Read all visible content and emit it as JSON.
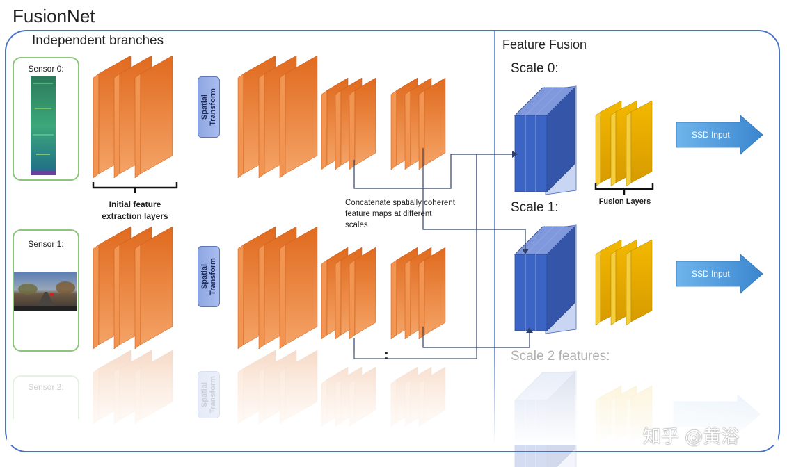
{
  "title": "FusionNet",
  "independent_branches": "Independent branches",
  "feature_fusion": "Feature Fusion",
  "sensors": [
    {
      "label": "Sensor 0:"
    },
    {
      "label": "Sensor 1:"
    },
    {
      "label": "Sensor 2:"
    }
  ],
  "spatial_transform": "Spatial\nTransform",
  "initial_layers_label": "Initial feature\nextraction layers",
  "concat_label": "Concatenate spatially coherent feature maps at different scales",
  "ellipsis": ":",
  "scales": {
    "scale0": "Scale 0:",
    "scale1": "Scale 1:",
    "scale2": "Scale 2 features:"
  },
  "fusion_layers_label": "Fusion Layers",
  "ssd_input": "SSD Input",
  "watermark": "知乎 @黄浴",
  "colors": {
    "frame": "#4a72c4",
    "layers_orange": "#e8702a",
    "fused_blue": "#3c64c4",
    "fusion_yellow": "#f0b400",
    "arrow_blue": "#3f8fd8",
    "sensor_border": "#8cc67b"
  }
}
